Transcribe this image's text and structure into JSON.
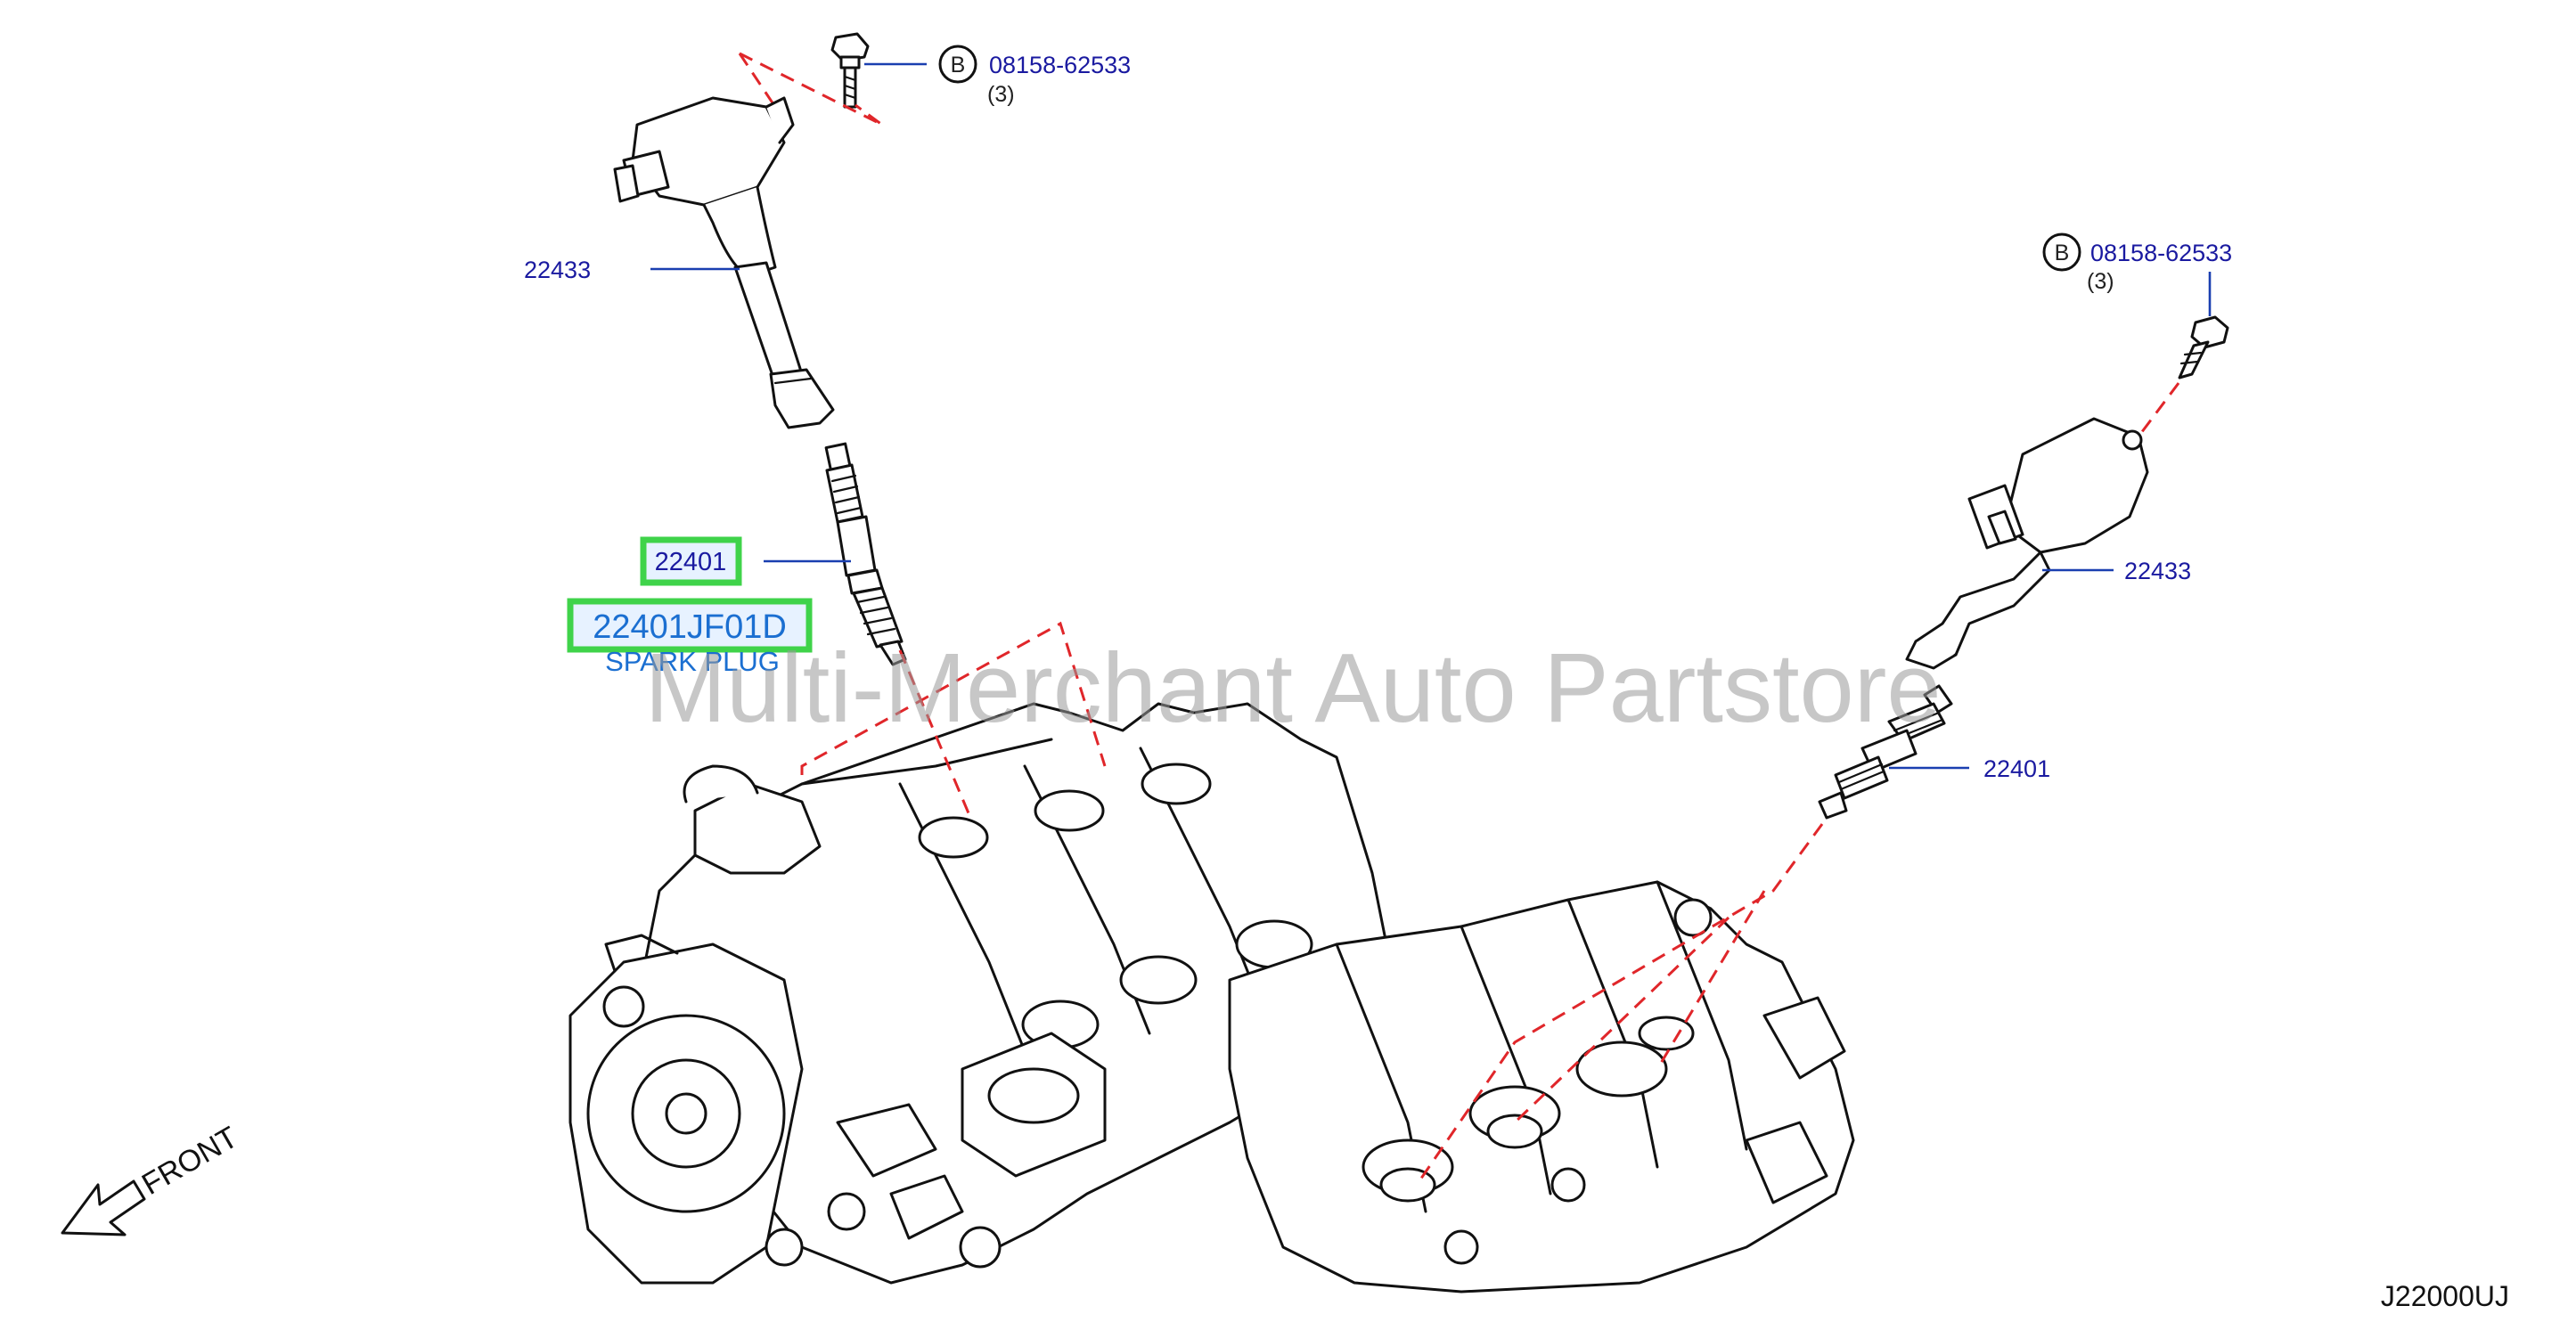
{
  "callouts": {
    "bolt_left": {
      "circle_letter": "B",
      "part_number": "08158-62533",
      "quantity": "(3)"
    },
    "bolt_right": {
      "circle_letter": "B",
      "part_number": "08158-62533",
      "quantity": "(3)"
    },
    "coil_left": "22433",
    "coil_right": "22433",
    "plug_left": "22401",
    "plug_right": "22401"
  },
  "highlight": {
    "part_number": "22401JF01D",
    "description": "SPARK PLUG"
  },
  "watermark": "Multi-Merchant Auto Partstore",
  "front_label": "FRONT",
  "diagram_code": "J22000UJ",
  "colors": {
    "callout_text": "#1a1aa0",
    "highlight_border": "#3fd34a",
    "highlight_text": "#1b6fd1",
    "leader_line": "#e0262a"
  }
}
